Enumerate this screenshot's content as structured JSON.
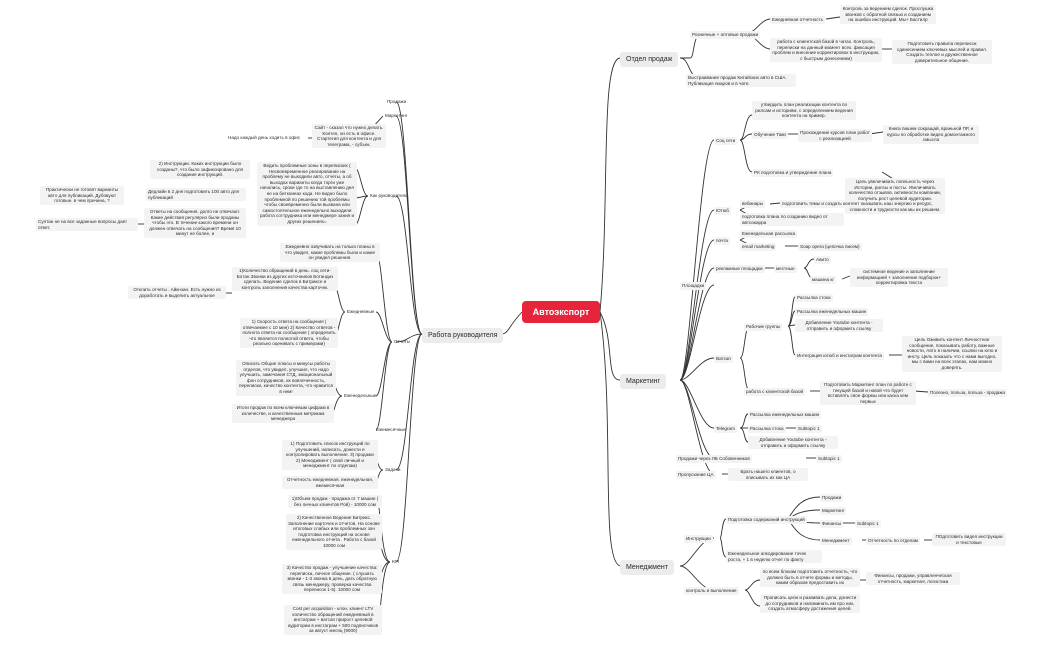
{
  "central": "Автоэкспорт",
  "sales": {
    "title": "Отдел продаж",
    "retail": "Розничные + оптовые продажи",
    "daily_report": "Ежедневная отчетность",
    "daily_report_note": "Контроль за ведением сделок. Прослушка звонков с обратной связью и созданием на ошибка инструкций. Мы+ Бастилр",
    "client_base": "работа с клиентской базой в чатах. Контроль, перепиcки на данный момент всех. фиксация проблем и внесение корректировок в инструкцию, с быстрым донесением)",
    "client_base_note": "Подготовить правила переписок сдинесением ключевых мыслей и правил. Создать теплое и дружественное доверительное общение.",
    "china": "Выстраивание продаж Китайских авто в США. Публикация пиаров и в чате."
  },
  "marketing": {
    "title": "Маркетинг",
    "social": "Соц сети",
    "content_plan": "утвердить план реализации контента по рилсам и историям, с определением ведения контента на пример.",
    "training": "Обучение Тамг",
    "courses": "Прохождение курсов план работ с реализацией",
    "books": "Книга пишем сокращай, враньной ПР, и курсы по обработке видео домонтажного смысла",
    "pk": "РК подготовка и утверждение плана",
    "pk_note": "Цель увеличивать лояльность через Истории, рилсы и посты. Увеличивать количество отзывов, активности компании, получить рост целевой аудитории. Показывать наш энергию и ресурс, сложности и трудности как мы их решаем.",
    "youtube": "Ютюб",
    "webinars": "вебинары",
    "webinars_note": "подготовить темы и создать контент",
    "video_plan": "подготовка плана по созданию видео от автоэкарра",
    "mail": "почта",
    "mail_weekly": "Еженедельная рассылка",
    "email_marketing": "email marketing",
    "soap_opera": "Soap opera (цепочка писем)",
    "ads": "рекламные площадки",
    "local": "местные",
    "avito": "Авито",
    "mashina": "машина кг",
    "mashina_note": "системное ведение и заполнение информацией + заполнение подборок+ корректировка текста",
    "platform": "Площадки",
    "whatsapp": "Ватсап",
    "work_groups": "Рабочие группы",
    "stock_mail": "Рассылка стока",
    "weekly_cars": "Рассылка еженедельных машин",
    "yt_add": "Добавление Youtube контента - отправить и оформить ссылку",
    "integration": "Интеграция ютюб и инстаграм контента",
    "integration_note": "Цель Оживить контент Личностное сообщение, показывать работу, важные новости, Авто в наличии, ссылки на ютю и инсту. Цель показать что с нами выгодно, мы с вами на всех этапах, нам можно доверять.",
    "client_wa": "работа с клиентской базой",
    "client_wa_task": "Подготовить Маркетинг план по работе с текущей базой и новой что будет вставлять свое формы или каска кем первых",
    "client_wa_note": "Полезно, польза, польза - продажа",
    "telegram": "Telegram",
    "tg_weekly": "Рассылка еженедельных машин",
    "tg_stock": "Рассылка стока",
    "subtopic1": "Subtopic 1",
    "tg_yt": "Добавление Youtube контента - отправить и оформить ссылку",
    "lb_sales": "Продажи через ЛБ Собовенников",
    "ta_sales": "Пропускание ЦА",
    "ta_note": "Брать нашего клиентов, о описывать их как ЦА"
  },
  "management": {
    "title": "Менеджмент",
    "instructions": "Инструкции",
    "prep": "Подготовка содержаний инструкций",
    "sales": "Продажи",
    "marketing": "Маркетинг",
    "finance": "Финансы",
    "management": "Менеджмент",
    "reports": "Отчетность по отделам",
    "video_instr": "ПОдготовить видео инструкции и текстовые",
    "weekly_growth": "Еженедельное апкодирование точек роста, + 1 в неделю отчет по факту",
    "control": "контроль и выполнение",
    "control_note": "по всем блокам подготовить отчетность, что должно быть в отчете формы и методы, каким образом предоставить их",
    "control_note2": "Финансы, продажи, управленческая отчетность, маркетинг, логистика",
    "staff": "Прописать цели и развивать дела, донести до сотрудников и напоминать им про них, создать атмосферу достижения целей."
  },
  "head": {
    "title": "Работа руководителя",
    "sales_label": "Продажи",
    "marketing_label": "Маркетинг",
    "site_note": "Сайт - сказал что нужно делать. Контен, он есть в офисе. Стартегия для контента и для телеграма, - субъек.",
    "office_note": "Надо каждый день ходить в офис",
    "as_leader": "Как руководитель",
    "leader_note": "Ведить проблемные зоны в переписких ( Несвоевременное реагирование на проблему не выходили авто, отчеты, а об выходах варианты когда торги уже начались, сроки где то на выставлению дня не на биткоинах кода. Не видно было проблемной по решению той проблемы чтобы своевременно были вызвана или самостоятельное еженедельно выходили работа соттрудника или менеджере зания и других решениях=",
    "instructions_note": "2) Инструкции. Каких инструкции было созданы?, что было зафиксировано для создания инструкций.",
    "practice_note": "Практически не готовят варианты авто для публикаций. Дубовуют готовые. в чем причина, ?",
    "deadline_note": "Дедлайн в 2 дня подготовить 100 авто для публикаций",
    "reply_note": "Ответы на сообщения, долго не отвечают. Какие действия регулярно были проданы чтобы это. В течение какого времени он должен отвечать на сообщения? Время 10 минут не более, и",
    "sultan_note": "Султан не на все заданные вопросы дает ответ.",
    "reports": "Отчеты",
    "daily": "Ежедневные",
    "daily_intro": "Ежедневно озвучивать на только планы в что увидел, какие проблемы были и какие он увидел решения.",
    "calls_note": "1)Количество обращений в день. соц сети- Ботан Звонки из других источников Ботандиз сделать. Ведение сделок в Битриксе и контроль заполнения качества карточек.",
    "reject_note": "Отклить отчеты . Айкнзан. Есть нужно из доработать и выделить актуальное",
    "speed_note": "1) Скорость ответа на сообщения ( отвечаемее с 10 мин) 2) Качество ответов - полнота ответа на сообщения ( определить что является полнотой ответа, чтобы реально оценивать с примерами)",
    "weekly": "Еженедельные",
    "weekly_note": "Описать Общие плюсы и минусы работы отделов, что увидел, улучшил, что надо улучшить, замечания СТД, эмоциональный фон сотрудников, их вовлеченность, перелиски, качество контента, что нравится в нем!",
    "results_note": "Итоги продаж по всем ключевым цифрам в количестве, и качественным метрикам менеджера",
    "monthly": "Ежемесячные",
    "tasks": "Задачи",
    "tasks_note": "1) Подготовить список инструкций по улучшений, написать, донести и контролировать выполнение. 3) продажи 2) Менеджмент ( свой личный и менеджмент по отделам)",
    "tasks_note2": "Отчетность ежедневная, еженедельная, ежемесячная",
    "kpi": "KPI",
    "kpi1": "1)Объем продаж - продажа от 7 машин ( без личных клиентов Рой) - 10000 сом",
    "kpi2": "2) Качественное Ведение Битрикс. Заполнение карточек и отчетов. На основе итоговых слабых или проблемных зон подготовка инструкций на основе еженедельного отчета . Работа с базой 10000 сом",
    "kpi3": "3) Качество продаж - улучшение качества: перепиcка, личное общение. ( слушать звонки - 1-3 звонка в день, дать обратную связь менеджеру, проверка качества перепиcок 1-5). 10000 сом",
    "kpi4": "Cost per acquisition - клон, клиент LTV количество обращений ежедневный в инстаграм + ватсап прирост целевой аудитории в инстаграм + 500 подписчиков за август месяц (9000)"
  }
}
